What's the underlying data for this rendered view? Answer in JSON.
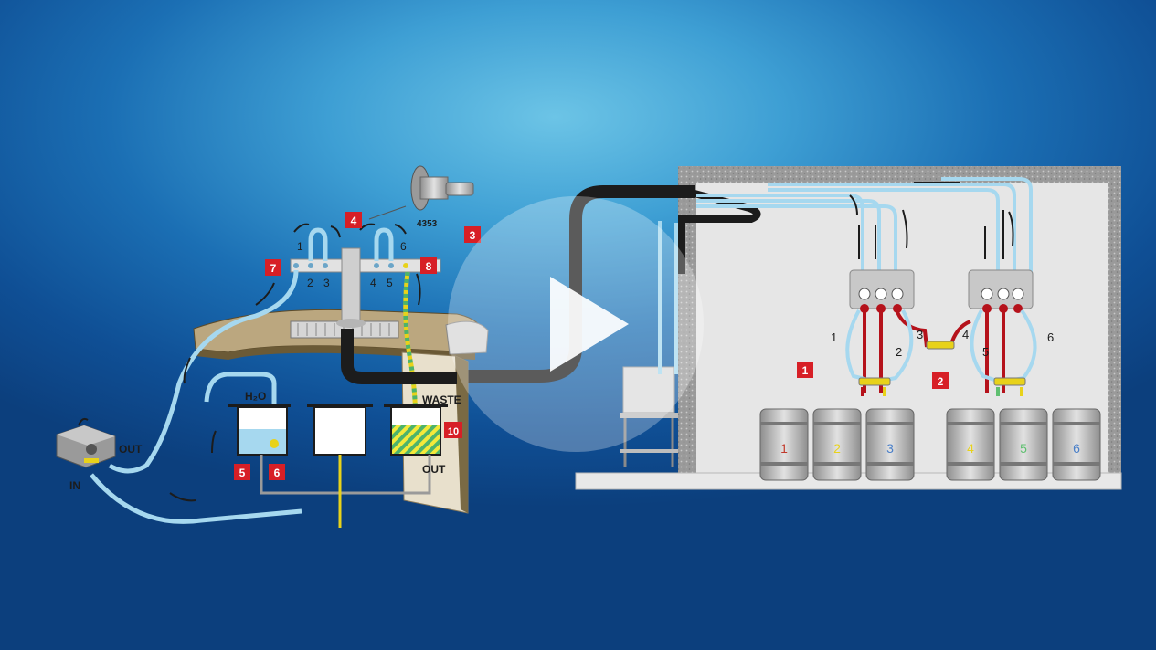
{
  "video": {
    "play_button": "play-icon"
  },
  "bar": {
    "badges": [
      "4",
      "3",
      "7",
      "8",
      "5",
      "6",
      "10"
    ],
    "part_number": "4353",
    "tap_numbers": [
      "1",
      "2",
      "3",
      "4",
      "5",
      "6"
    ],
    "h2o_label": "H₂O",
    "waste_label": "WASTE",
    "out_label": "OUT",
    "pump_out": "OUT",
    "pump_in": "IN"
  },
  "cooler": {
    "badges": [
      "1",
      "2"
    ],
    "line_numbers": [
      "1",
      "2",
      "3",
      "4",
      "5",
      "6"
    ],
    "keg_numbers": [
      "1",
      "2",
      "3",
      "4",
      "5",
      "6"
    ]
  },
  "colors": {
    "badge": "#d71f26",
    "line_blue": "#a6d8ef",
    "line_red": "#b5121b",
    "keg_colors": [
      "#c0392b",
      "#e8d21a",
      "#4a7fc8",
      "#e8d21a",
      "#5fbf70",
      "#4a7fc8"
    ]
  }
}
